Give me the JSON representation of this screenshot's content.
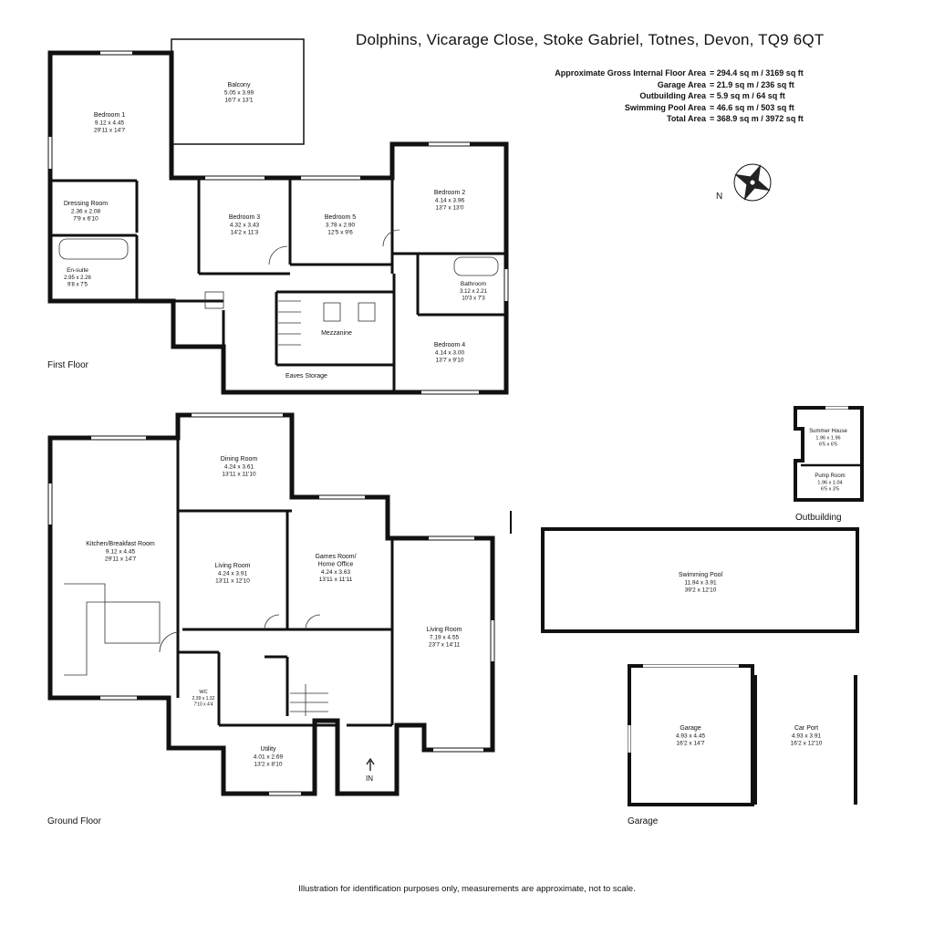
{
  "header": {
    "address": "Dolphins, Vicarage Close, Stoke Gabriel, Totnes, Devon, TQ9 6QT",
    "areas": [
      {
        "label": "Approximate Gross Internal Floor Area",
        "value": "= 294.4 sq m  / 3169 sq ft"
      },
      {
        "label": "Garage Area",
        "value": "= 21.9 sq m  / 236 sq ft"
      },
      {
        "label": "Outbuilding Area",
        "value": "= 5.9 sq m  / 64 sq ft"
      },
      {
        "label": "Swimming Pool Area",
        "value": "= 46.6 sq m  / 503 sq ft"
      },
      {
        "label": "Total Area",
        "value": "= 368.9 sq m  / 3972 sq ft"
      }
    ]
  },
  "compass": {
    "label": "N"
  },
  "floors": {
    "first": "First Floor",
    "ground": "Ground Floor",
    "outbuilding": "Outbuilding",
    "garage": "Garage"
  },
  "rooms": [
    {
      "id": "balcony",
      "name": "Balcony",
      "metric": "5.05 x 3.99",
      "imperial": "16'7 x 13'1"
    },
    {
      "id": "bedroom-1",
      "name": "Bedroom 1",
      "metric": "9.12 x 4.45",
      "imperial": "29'11 x 14'7"
    },
    {
      "id": "dressing-room",
      "name": "Dressing Room",
      "metric": "2.36 x 2.08",
      "imperial": "7'9 x 6'10"
    },
    {
      "id": "en-suite",
      "name": "En-suite",
      "metric": "2.95 x 2.26",
      "imperial": "9'8 x 7'5"
    },
    {
      "id": "bedroom-3",
      "name": "Bedroom 3",
      "metric": "4.32 x 3.43",
      "imperial": "14'2 x 11'3"
    },
    {
      "id": "bedroom-5",
      "name": "Bedroom 5",
      "metric": "3.78 x 2.90",
      "imperial": "12'5 x 9'6"
    },
    {
      "id": "bedroom-2",
      "name": "Bedroom 2",
      "metric": "4.14 x 3.96",
      "imperial": "13'7 x 13'0"
    },
    {
      "id": "bathroom",
      "name": "Bathroom",
      "metric": "3.12 x 2.21",
      "imperial": "10'3 x 7'3"
    },
    {
      "id": "mezzanine",
      "name": "Mezzanine",
      "metric": "",
      "imperial": ""
    },
    {
      "id": "bedroom-4",
      "name": "Bedroom 4",
      "metric": "4.14 x 3.00",
      "imperial": "13'7 x 9'10"
    },
    {
      "id": "eaves-storage",
      "name": "Eaves Storage",
      "metric": "",
      "imperial": ""
    },
    {
      "id": "dining-room",
      "name": "Dining Room",
      "metric": "4.24 x 3.61",
      "imperial": "13'11 x 11'10"
    },
    {
      "id": "kitchen",
      "name": "Kitchen/Breakfast Room",
      "metric": "9.12 x 4.45",
      "imperial": "29'11 x 14'7"
    },
    {
      "id": "living-room-1",
      "name": "Living Room",
      "metric": "4.24 x 3.91",
      "imperial": "13'11 x 12'10"
    },
    {
      "id": "games-room",
      "name": "Games Room/\nHome Office",
      "metric": "4.24 x 3.63",
      "imperial": "13'11 x 11'11"
    },
    {
      "id": "living-room-2",
      "name": "Living Room",
      "metric": "7.19 x 4.55",
      "imperial": "23'7 x 14'11"
    },
    {
      "id": "wc",
      "name": "WC",
      "metric": "2.39 x 1.32",
      "imperial": "7'10 x 4'4"
    },
    {
      "id": "utility",
      "name": "Utility",
      "metric": "4.01 x 2.69",
      "imperial": "13'2 x 8'10"
    },
    {
      "id": "swimming-pool",
      "name": "Swimming Pool",
      "metric": "11.94 x 3.91",
      "imperial": "39'2 x 12'10"
    },
    {
      "id": "summer-house",
      "name": "Summer House",
      "metric": "1.96 x 1.96",
      "imperial": "6'5 x 6'5"
    },
    {
      "id": "pump-room",
      "name": "Pump Room",
      "metric": "1.96 x 1.04",
      "imperial": "6'5 x 3'5"
    },
    {
      "id": "garage-room",
      "name": "Garage",
      "metric": "4.93 x 4.45",
      "imperial": "16'2 x 14'7"
    },
    {
      "id": "car-port",
      "name": "Car Port",
      "metric": "4.93 x 3.91",
      "imperial": "16'2 x 12'10"
    }
  ],
  "entrance": "IN",
  "disclaimer": "Illustration for identification purposes only, measurements are approximate, not to scale."
}
